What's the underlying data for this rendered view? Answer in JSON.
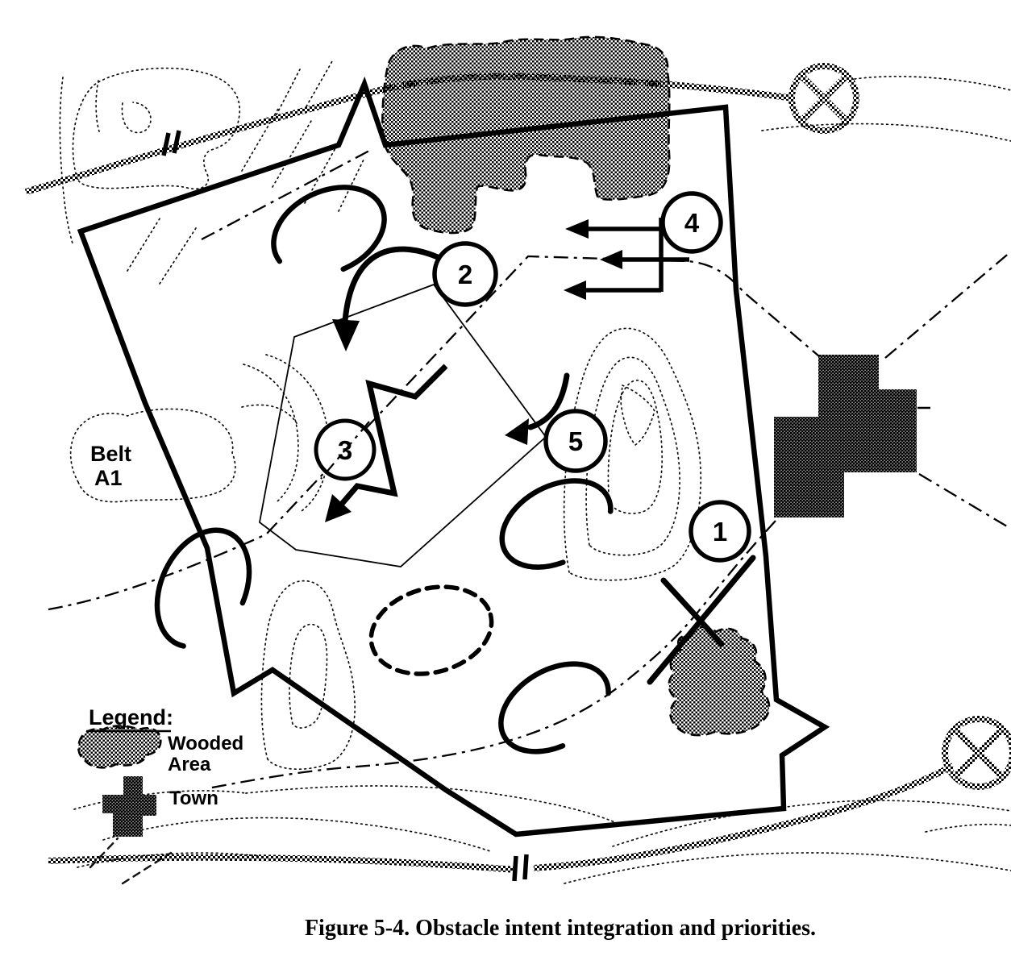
{
  "caption": "Figure 5-4. Obstacle intent integration and priorities.",
  "map": {
    "belt_label": {
      "line1": "Belt",
      "line2": "A1"
    },
    "priorities": [
      {
        "number": "1"
      },
      {
        "number": "2"
      },
      {
        "number": "3"
      },
      {
        "number": "4"
      },
      {
        "number": "5"
      }
    ],
    "legend": {
      "title": "Legend:",
      "wooded_label_line1": "Wooded",
      "wooded_label_line2": "Area",
      "town_label": "Town"
    }
  },
  "colors": {
    "ink": "#000000",
    "paper": "#ffffff"
  }
}
